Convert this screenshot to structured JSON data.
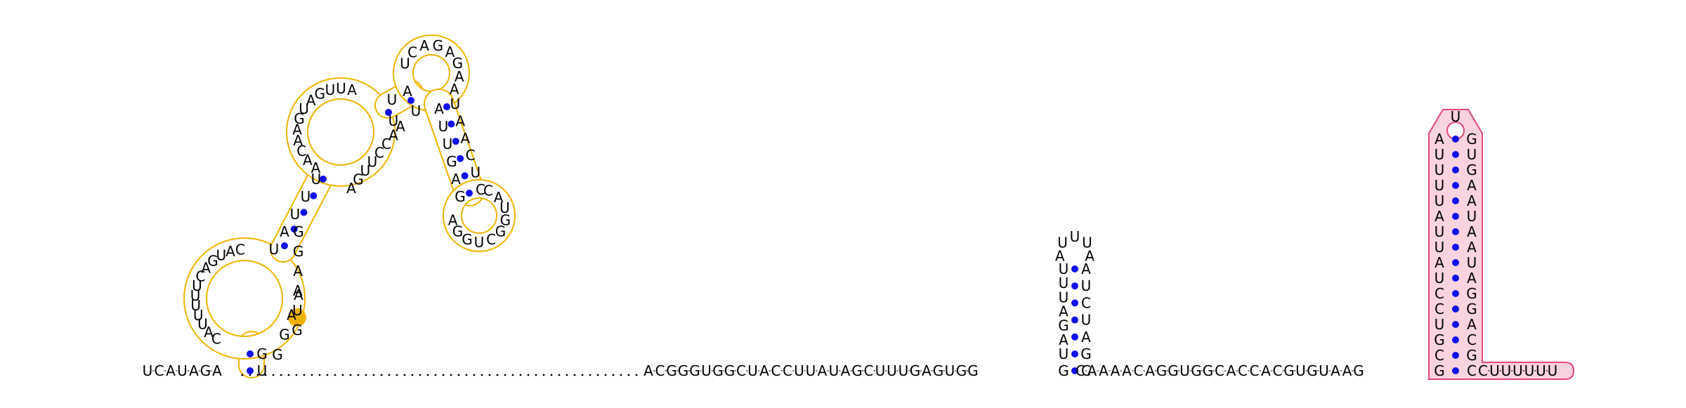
{
  "diagram": {
    "type": "rna-secondary-structure",
    "colors": {
      "domain_outline": "#f0b400",
      "domain_fill": "#ffffff",
      "highlight": "#f0b400",
      "hairpin_outline": "#e8457a",
      "hairpin_fill": "#f9d3de",
      "base_pair_dot": "#1010ee",
      "nucleotide_text": "#000000"
    },
    "backbone_segments": {
      "start": "U·C·A·U·A·G·A",
      "linker": "A·C·G·G·G·U·G·G·C·U·A·C·C·U·U·A·U·A·G·C·U·U·U·G·A·G·U·G·G",
      "middle": "C·A·A·A·A·C·A·G·G·U·G·G·C·A·C·C·A·C·G·U·G·U·A·A·G",
      "tail": "C·U·U·U·U·U·U"
    },
    "left_domain": {
      "loop1_bases": [
        "C",
        "A",
        "U",
        "U",
        "U",
        "U",
        "U",
        "C",
        "A",
        "G",
        "U",
        "A",
        "C"
      ],
      "helix1_left": [
        "U",
        "A",
        "U",
        "U",
        "U"
      ],
      "helix1_right": [
        "G",
        "G",
        "A",
        "A",
        "U",
        "G"
      ],
      "loop2_bases": [
        "A",
        "A",
        "C",
        "A",
        "A",
        "G",
        "U",
        "A",
        "G",
        "U",
        "U",
        "A"
      ],
      "loop2_right": [
        "A",
        "G",
        "U",
        "U",
        "C",
        "C",
        "A",
        "A"
      ],
      "helix2_left": [
        "U",
        "A"
      ],
      "helix2_right": [
        "U",
        "U"
      ],
      "loop3_bases": [
        "U",
        "C",
        "A",
        "G",
        "A",
        "G",
        "A",
        "A"
      ],
      "helix3_left": [
        "A",
        "U",
        "U",
        "G",
        "A",
        "G"
      ],
      "helix3_right": [
        "U",
        "A",
        "A",
        "C",
        "U",
        "C"
      ],
      "loop4_bases": [
        "C",
        "A",
        "U",
        "G",
        "G",
        "C",
        "U",
        "G",
        "G",
        "A"
      ]
    },
    "hairpin_small": {
      "stem_5p": [
        "U",
        "A",
        "G",
        "A",
        "U",
        "U",
        "U"
      ],
      "stem_3p": [
        "A",
        "U",
        "C",
        "U",
        "A",
        "G"
      ],
      "loop": [
        "A",
        "U",
        "U",
        "U",
        "A"
      ],
      "closing_pair": [
        "G",
        "C"
      ]
    },
    "hairpin_pink": {
      "stem_5p": [
        "G",
        "C",
        "G",
        "U",
        "C",
        "C",
        "U",
        "A",
        "U",
        "U",
        "A",
        "U",
        "U",
        "U",
        "U",
        "A"
      ],
      "stem_3p": [
        "C",
        "G",
        "C",
        "A",
        "G",
        "G",
        "A",
        "U",
        "A",
        "A",
        "U",
        "A",
        "A",
        "G",
        "U",
        "G"
      ],
      "loop": [
        "U"
      ]
    }
  }
}
